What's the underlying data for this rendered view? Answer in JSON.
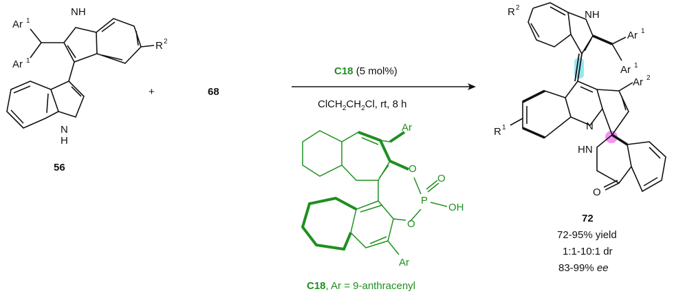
{
  "reactant_56": {
    "number": "56",
    "atoms": {
      "nh_top": "NH",
      "nh_bottom": "N",
      "h_bottom": "H",
      "ar1_a": "Ar",
      "ar1_b": "Ar",
      "r2": "R",
      "sup1": "1",
      "sup2": "2"
    }
  },
  "plus": "+",
  "reactant_68": {
    "number": "68"
  },
  "arrow": {
    "catalyst": "C18",
    "loading": " (5 mol%)",
    "conditions_1": "ClCH",
    "conditions_sub1": "2",
    "conditions_2": "CH",
    "conditions_sub2": "2",
    "conditions_3": "Cl, rt, 8 h"
  },
  "catalyst_c18": {
    "ar_top": "Ar",
    "ar_bottom": "Ar",
    "o1": "O",
    "o2": "O",
    "p": "P",
    "o_double": "O",
    "oh": "OH",
    "caption_name": "C18",
    "caption_rest": ", Ar = 9-anthracenyl"
  },
  "product_72": {
    "number": "72",
    "atoms": {
      "nh": "NH",
      "r2": "R",
      "ar1_a": "Ar",
      "ar1_b": "Ar",
      "ar2": "Ar",
      "n": "N",
      "r1": "R",
      "hn": "HN",
      "o": "O",
      "sup1": "1",
      "sup2": "2"
    },
    "yield": "72-95% yield",
    "dr": "1:1-10:1 dr",
    "ee_value": "83-99% ",
    "ee_unit": "ee"
  },
  "colors": {
    "catalyst_green": "#1f8f1f",
    "axis_highlight": "#7fe0f0",
    "stereocenter_highlight": "#ee66ee"
  }
}
